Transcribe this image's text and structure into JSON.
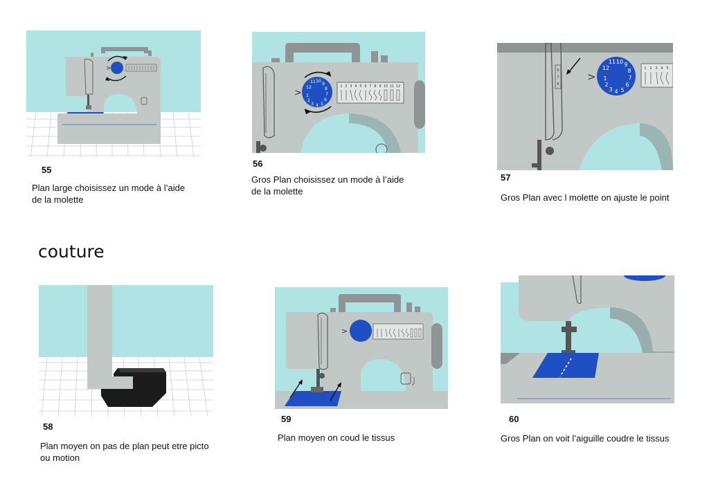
{
  "colors": {
    "sky": "#b0e3e4",
    "machine": "#c2c8c6",
    "machine_dark": "#8e9594",
    "accent": "#1f4fc2",
    "floor_line": "#c9ccd6",
    "shadow": "#1b1b1b"
  },
  "section_title": "couture",
  "dial_numbers": [
    "1",
    "2",
    "3",
    "4",
    "5",
    "6",
    "7",
    "8",
    "9",
    "10",
    "11",
    "12"
  ],
  "stitch_numbers": [
    "1",
    "2",
    "3",
    "4",
    "5",
    "6",
    "7",
    "8",
    "9",
    "10",
    "11",
    "12"
  ],
  "selector_marks": [
    "6",
    "7",
    "8"
  ],
  "pointer_glyph": ">",
  "panels": [
    {
      "id": "55",
      "caption": " Plan large choisissez un mode à l’aide\nde la molette"
    },
    {
      "id": "56",
      "caption": "Gros Plan choisissez un mode à l’aide\nde la molette"
    },
    {
      "id": "57",
      "caption": "Gros Plan avec l molette on ajuste le point"
    },
    {
      "id": "58",
      "caption": "Plan moyen on pas de plan peut etre picto\nou motion"
    },
    {
      "id": "59",
      "caption": "Plan moyen on coud le tissus"
    },
    {
      "id": "60",
      "caption": "Gros Plan on voit l’aiguille coudre le tissus"
    }
  ]
}
